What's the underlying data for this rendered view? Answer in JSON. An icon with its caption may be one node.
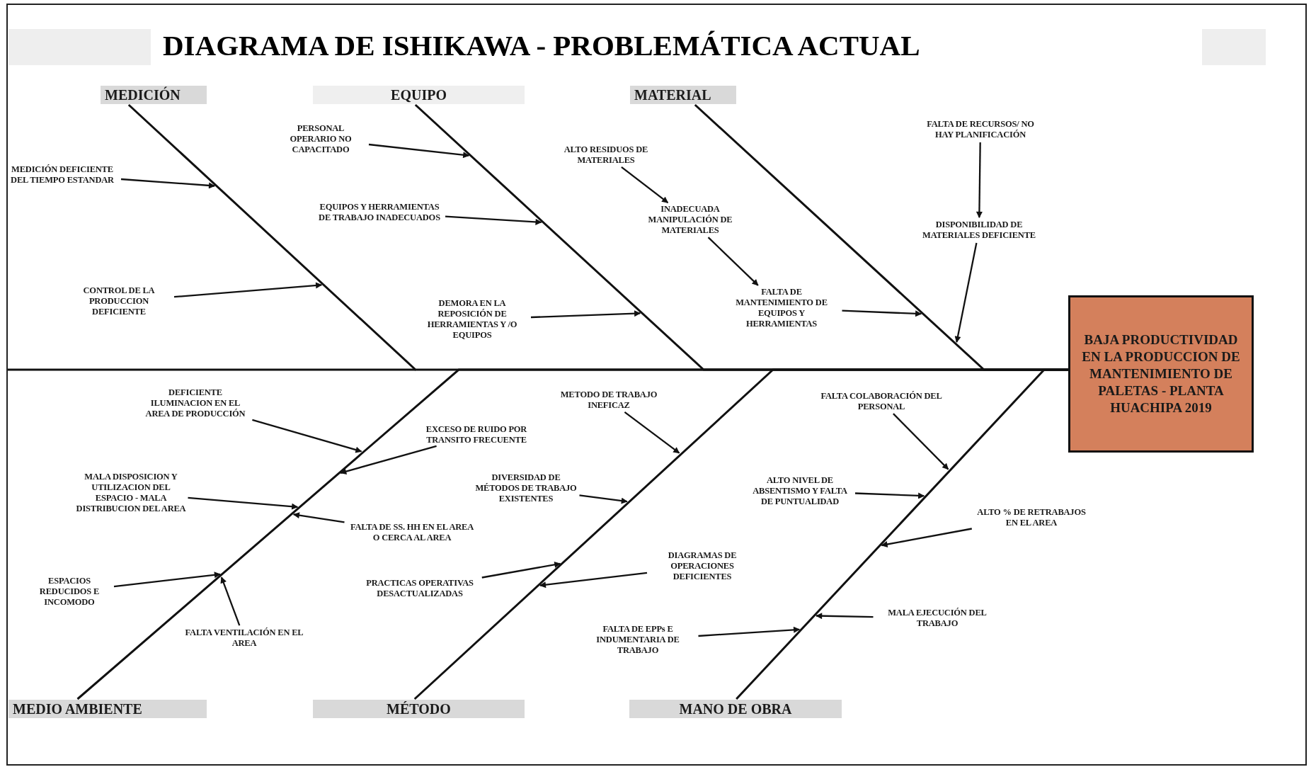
{
  "diagram": {
    "title": "DIAGRAMA DE ISHIKAWA - PROBLEMÁTICA ACTUAL",
    "nodes": [
      {
        "text": [
          "MEDICIÓN"
        ]
      },
      {
        "text": [
          "EQUIPO"
        ]
      },
      {
        "text": [
          "MATERIAL"
        ]
      },
      {
        "text": [
          "MEDICIÓN DEFICIENTE DEL TIEMPO ESTANDAR"
        ]
      },
      {
        "text": [
          "CONTROL DE LA PRODUCCION DEFICIENTE"
        ]
      },
      {
        "text": [
          "PERSONAL OPERARIO NO CAPACITADO"
        ]
      },
      {
        "text": [
          "EQUIPOS Y HERRAMIENTAS DE TRABAJO INADECUADOS"
        ]
      },
      {
        "text": [
          "DEMORA EN LA REPOSICIÓN DE HERRAMIENTAS Y /O EQUIPOS"
        ]
      },
      {
        "text": [
          "ALTO RESIDUOS DE MATERIALES"
        ]
      },
      {
        "text": [
          "INADECUADA MANIPULACIÓN DE MATERIALES"
        ]
      },
      {
        "text": [
          "FALTA DE MANTENIMIENTO DE EQUIPOS Y HERRAMIENTAS"
        ]
      },
      {
        "text": [
          "FALTA DE RECURSOS/ NO HAY PLANIFICACIÓN"
        ]
      },
      {
        "text": [
          "DISPONIBILIDAD DE MATERIALES DEFICIENTE"
        ]
      },
      {
        "text": [
          "BAJA PRODUCTIVIDAD EN LA PRODUCCION DE MANTENIMIENTO DE PALETAS - PLANTA HUACHIPA 2019"
        ]
      },
      {
        "text": [
          "DEFICIENTE ILUMINACION EN EL AREA DE PRODUCCIÓN"
        ]
      },
      {
        "text": [
          "EXCESO DE RUIDO POR TRANSITO FRECUENTE"
        ]
      },
      {
        "text": [
          "MALA DISPOSICION Y UTILIZACION DEL ESPACIO - MALA DISTRIBUCION DEL AREA"
        ]
      },
      {
        "text": [
          "FALTA DE SS. HH EN EL AREA O CERCA AL AREA"
        ]
      },
      {
        "text": [
          "ESPACIOS REDUCIDOS E INCOMODO"
        ]
      },
      {
        "text": [
          "FALTA VENTILACIÓN EN EL AREA"
        ]
      },
      {
        "text": [
          "METODO DE TRABAJO INEFICAZ"
        ]
      },
      {
        "text": [
          "DIVERSIDAD DE MÉTODOS DE TRABAJO EXISTENTES"
        ]
      },
      {
        "text": [
          "PRACTICAS OPERATIVAS DESACTUALIZADAS"
        ]
      },
      {
        "text": [
          "DIAGRAMAS DE OPERACIONES DEFICIENTES"
        ]
      },
      {
        "text": [
          "FALTA DE EPPs E INDUMENTARIA DE TRABAJO"
        ]
      },
      {
        "text": [
          "FALTA COLABORACIÓN DEL PERSONAL"
        ]
      },
      {
        "text": [
          "ALTO NIVEL DE ABSENTISMO Y FALTA DE PUNTUALIDAD"
        ]
      },
      {
        "text": [
          "ALTO % DE RETRABAJOS EN EL AREA"
        ]
      },
      {
        "text": [
          "MALA EJECUCIÓN DEL TRABAJO"
        ]
      },
      {
        "text": [
          "MEDIO AMBIENTE"
        ]
      },
      {
        "text": [
          "MÉTODO"
        ]
      },
      {
        "text": [
          "MANO DE OBRA"
        ]
      }
    ],
    "edges": [
      {
        "from": 3,
        "to": null,
        "arrow": "to"
      },
      {
        "from": 4,
        "to": null,
        "arrow": "to"
      },
      {
        "from": 5,
        "to": null,
        "arrow": "to"
      },
      {
        "from": 6,
        "to": null,
        "arrow": "to"
      },
      {
        "from": 7,
        "to": null,
        "arrow": "to"
      },
      {
        "from": 8,
        "to": 9,
        "arrow": "to"
      },
      {
        "from": 9,
        "to": 10,
        "arrow": "to"
      },
      {
        "from": 10,
        "to": null,
        "arrow": "to"
      },
      {
        "from": 11,
        "to": 12,
        "arrow": "to"
      },
      {
        "from": 12,
        "to": null,
        "arrow": "to"
      },
      {
        "from": 14,
        "to": null,
        "arrow": "to"
      },
      {
        "from": 15,
        "to": null,
        "arrow": "to"
      },
      {
        "from": 16,
        "to": null,
        "arrow": "to"
      },
      {
        "from": 17,
        "to": null,
        "arrow": "to"
      },
      {
        "from": 18,
        "to": null,
        "arrow": "to"
      },
      {
        "from": 19,
        "to": null,
        "arrow": "to"
      },
      {
        "from": 20,
        "to": null,
        "arrow": "to"
      },
      {
        "from": 21,
        "to": null,
        "arrow": "to"
      },
      {
        "from": 22,
        "to": null,
        "arrow": "to"
      },
      {
        "from": 23,
        "to": null,
        "arrow": "to"
      },
      {
        "from": 24,
        "to": null,
        "arrow": "to"
      },
      {
        "from": 25,
        "to": null,
        "arrow": "to"
      },
      {
        "from": 26,
        "to": null,
        "arrow": "to"
      },
      {
        "from": 27,
        "to": null,
        "arrow": "to"
      },
      {
        "from": 28,
        "to": null,
        "arrow": "to"
      },
      {
        "from": 0,
        "to": 13,
        "arrow": "none"
      },
      {
        "from": 1,
        "to": 13,
        "arrow": "none"
      },
      {
        "from": 2,
        "to": 13,
        "arrow": "none"
      },
      {
        "from": 29,
        "to": 13,
        "arrow": "none"
      },
      {
        "from": 30,
        "to": 13,
        "arrow": "none"
      },
      {
        "from": 31,
        "to": 13,
        "arrow": "none"
      }
    ]
  }
}
